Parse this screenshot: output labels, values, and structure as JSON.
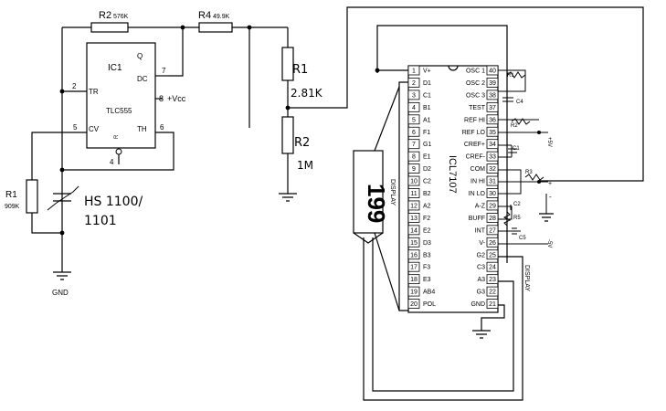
{
  "resistors": {
    "r2": {
      "ref": "R2",
      "value": "576K"
    },
    "r4": {
      "ref": "R4",
      "value": "49.9K"
    },
    "r1_left": {
      "ref": "R1",
      "value": "909K"
    },
    "r1_divider": {
      "ref": "R1",
      "value": "2.81K"
    },
    "r2_divider": {
      "ref": "R2",
      "value": "1M"
    }
  },
  "ic1": {
    "ref": "IC1",
    "part": "TLC555",
    "pins_left": [
      {
        "num": "2",
        "name": "TR"
      },
      {
        "num": "5",
        "name": "CV"
      }
    ],
    "pins_right": [
      {
        "num": "7",
        "name": "DC"
      },
      {
        "num": "6",
        "name": "TH"
      }
    ],
    "q_label": "Q",
    "reset_label": "R",
    "reset_pin": "4",
    "vcc_pin": "8",
    "vcc_label": "+Vcc"
  },
  "sensor": {
    "line1": "HS 1100/",
    "line2": "1101"
  },
  "ground_label": "GND",
  "icl7107": {
    "part": "ICL7107",
    "left_pins": [
      {
        "num": "1",
        "name": "V+"
      },
      {
        "num": "2",
        "name": "D1"
      },
      {
        "num": "3",
        "name": "C1"
      },
      {
        "num": "4",
        "name": "B1"
      },
      {
        "num": "5",
        "name": "A1"
      },
      {
        "num": "6",
        "name": "F1"
      },
      {
        "num": "7",
        "name": "G1"
      },
      {
        "num": "8",
        "name": "E1"
      },
      {
        "num": "9",
        "name": "D2"
      },
      {
        "num": "10",
        "name": "C2"
      },
      {
        "num": "11",
        "name": "B2"
      },
      {
        "num": "12",
        "name": "A2"
      },
      {
        "num": "13",
        "name": "F2"
      },
      {
        "num": "14",
        "name": "E2"
      },
      {
        "num": "15",
        "name": "D3"
      },
      {
        "num": "16",
        "name": "B3"
      },
      {
        "num": "17",
        "name": "F3"
      },
      {
        "num": "18",
        "name": "E3"
      },
      {
        "num": "19",
        "name": "AB4"
      },
      {
        "num": "20",
        "name": "POL"
      }
    ],
    "right_pins": [
      {
        "num": "40",
        "name": "OSC 1"
      },
      {
        "num": "39",
        "name": "OSC 2"
      },
      {
        "num": "38",
        "name": "OSC 3"
      },
      {
        "num": "37",
        "name": "TEST"
      },
      {
        "num": "36",
        "name": "REF HI"
      },
      {
        "num": "35",
        "name": "REF LO"
      },
      {
        "num": "34",
        "name": "CREF+"
      },
      {
        "num": "33",
        "name": "CREF-"
      },
      {
        "num": "32",
        "name": "COM"
      },
      {
        "num": "31",
        "name": "IN HI"
      },
      {
        "num": "30",
        "name": "IN LO"
      },
      {
        "num": "29",
        "name": "A-Z"
      },
      {
        "num": "28",
        "name": "BUFF"
      },
      {
        "num": "27",
        "name": "INT"
      },
      {
        "num": "26",
        "name": "V-"
      },
      {
        "num": "25",
        "name": "G2"
      },
      {
        "num": "24",
        "name": "C3"
      },
      {
        "num": "23",
        "name": "A3"
      },
      {
        "num": "22",
        "name": "G3"
      },
      {
        "num": "21",
        "name": "GND"
      }
    ]
  },
  "display_label_left": "DISPLAY",
  "display_label_right": "DISPLAY",
  "display_digits": "199",
  "supply": {
    "pos": "+5V",
    "neg": "-5V"
  },
  "input_marks": {
    "plus": "+",
    "minus": "-"
  },
  "component_labels": {
    "rosc": "R1",
    "cosc": "C4",
    "rref": "R2",
    "cref": "C1",
    "rin": "R3",
    "caz": "C2",
    "rint": "R5",
    "cint": "C5"
  }
}
